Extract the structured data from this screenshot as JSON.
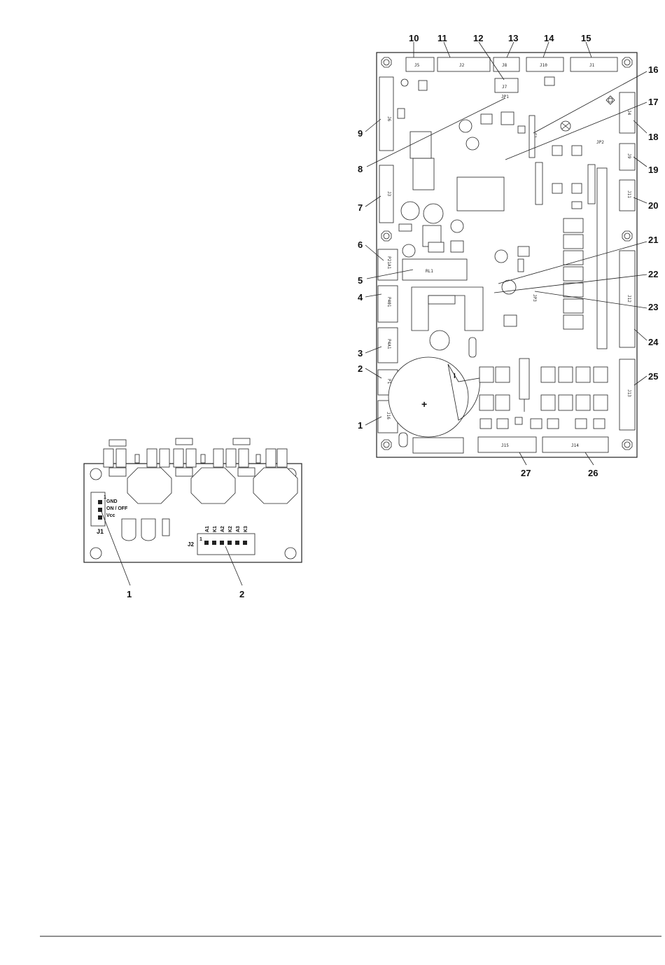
{
  "main_board": {
    "connectors": [
      {
        "id": "c10",
        "label": "J5"
      },
      {
        "id": "c11",
        "label": "J2"
      },
      {
        "id": "c12",
        "label": "J7"
      },
      {
        "id": "c13",
        "label": "J8"
      },
      {
        "id": "c14",
        "label": "J10"
      },
      {
        "id": "c15",
        "label": "J1"
      },
      {
        "id": "c9",
        "label": "J6"
      },
      {
        "id": "c7",
        "label": "J3"
      },
      {
        "id": "c6",
        "label": "P21A1"
      },
      {
        "id": "c4",
        "label": "P401"
      },
      {
        "id": "c3",
        "label": "P4A1"
      },
      {
        "id": "c2",
        "label": "P1"
      },
      {
        "id": "c1",
        "label": "J16"
      },
      {
        "id": "c18",
        "label": "J4"
      },
      {
        "id": "c19",
        "label": "J9"
      },
      {
        "id": "c20",
        "label": "J11"
      },
      {
        "id": "c24",
        "label": "J12"
      },
      {
        "id": "c25",
        "label": "J13"
      },
      {
        "id": "c27",
        "label": "J15"
      },
      {
        "id": "c26",
        "label": "J14"
      }
    ],
    "silkscreen": {
      "relay": "RL1",
      "jp1": "JP1",
      "jp2": "JP2",
      "jp3": "JP3",
      "f1": "F1",
      "cap_plus": "+",
      "cap_minus": "I"
    },
    "callouts": [
      "1",
      "2",
      "3",
      "4",
      "5",
      "6",
      "7",
      "8",
      "9",
      "10",
      "11",
      "12",
      "13",
      "14",
      "15",
      "16",
      "17",
      "18",
      "19",
      "20",
      "21",
      "22",
      "23",
      "24",
      "25",
      "26",
      "27"
    ]
  },
  "small_board": {
    "j1_label": "J1",
    "j2_label": "J2",
    "j1_pins": [
      "GND",
      "ON / OFF",
      "Vcc"
    ],
    "j1_pin1": "1",
    "j2_pin1": "1",
    "j2_pins": [
      "A1",
      "K1",
      "A2",
      "K2",
      "A3",
      "K3"
    ],
    "callouts": [
      "1",
      "2"
    ]
  }
}
